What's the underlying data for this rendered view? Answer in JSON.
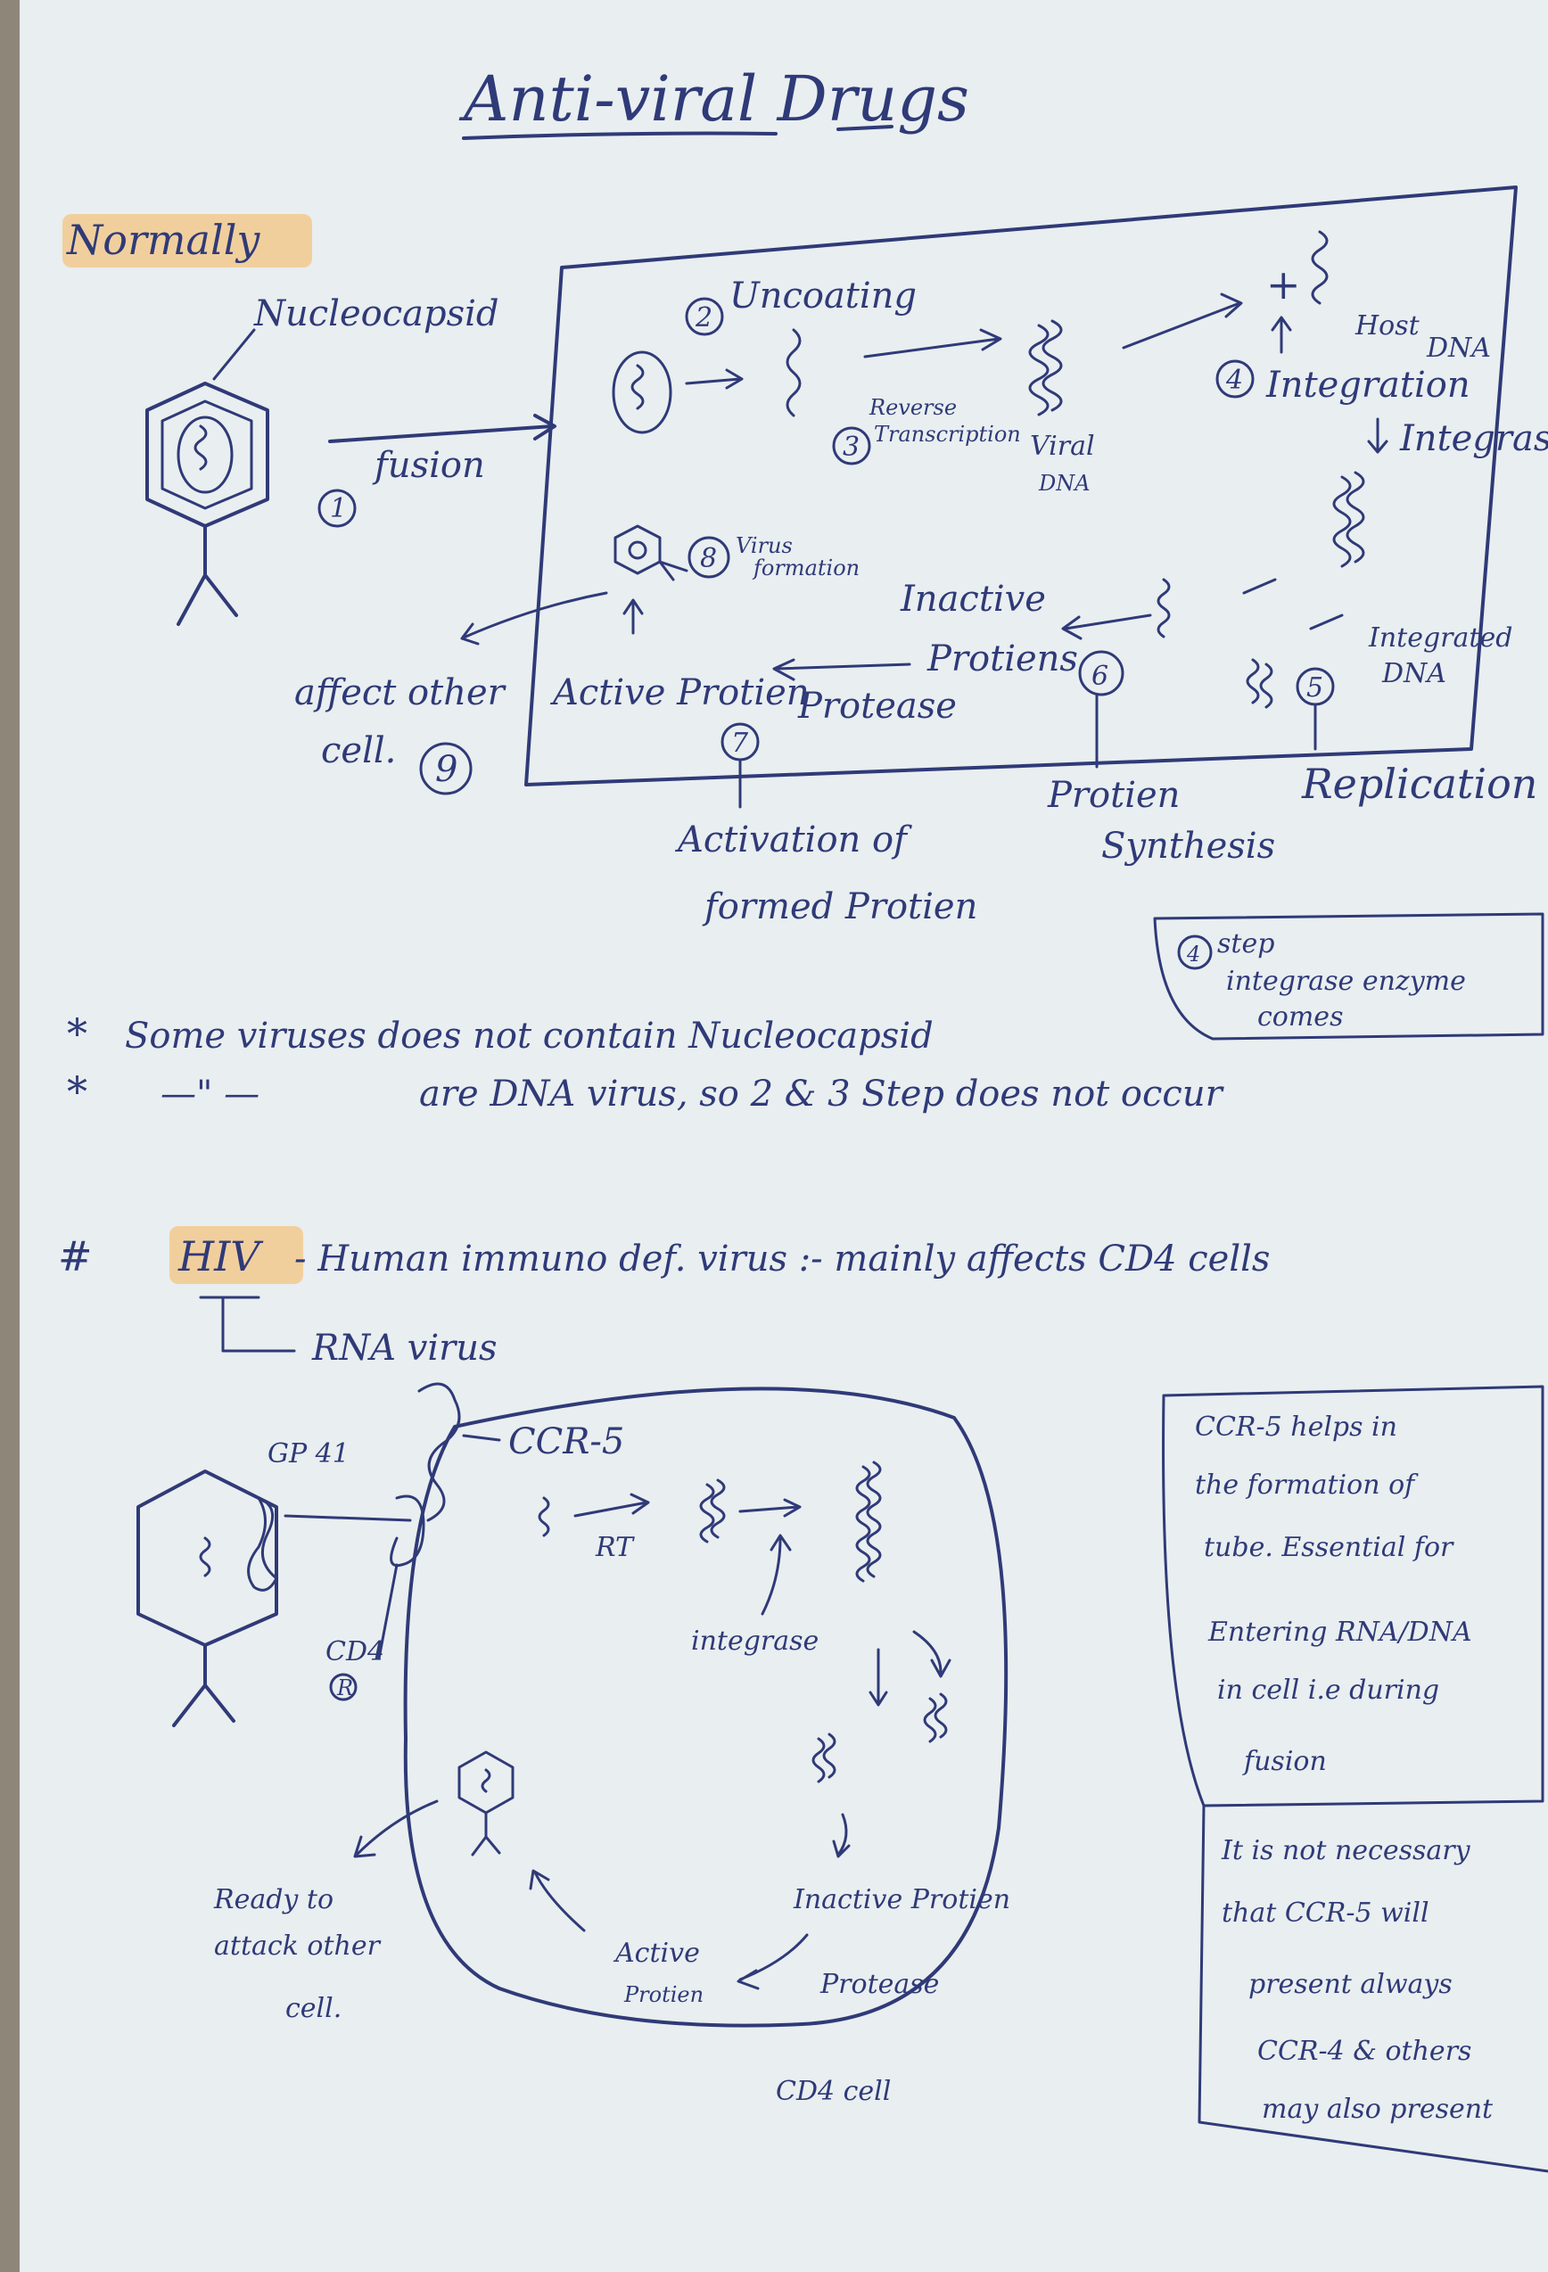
{
  "title": "Anti-viral Drugs",
  "normally": {
    "heading": "Normally",
    "nucleocapsid": "Nucleocapsid",
    "fusion": "fusion",
    "uncoating": "Uncoating",
    "reverse": "Reverse",
    "transcription": "Transcription",
    "viral": "Viral",
    "dna_label": "DNA",
    "host": "Host",
    "host_dna": "DNA",
    "integration": "Integration",
    "integrase": "Integrase",
    "integrated": "Integrated",
    "integrated_dna": "DNA",
    "replication": "Replication",
    "inactive": "Inactive",
    "proteins": "Protiens",
    "protease": "Protease",
    "active_protein": "Active Protien",
    "virus": "Virus",
    "formation": "formation",
    "affect_other": "affect other",
    "cell": "cell.",
    "protein_synthesis_1": "Protien",
    "protein_synthesis_2": "Synthesis",
    "activation_1": "Activation of",
    "activation_2": "formed Protien",
    "steps": [
      "1",
      "2",
      "3",
      "4",
      "5",
      "6",
      "7",
      "8",
      "9"
    ],
    "box_step": "step",
    "box_text_1": "integrase enzyme",
    "box_text_2": "comes",
    "box_step_num": "4"
  },
  "notes": {
    "line1": "Some viruses does not contain Nucleocapsid",
    "line2_ditto": "—\" —",
    "line2": "are DNA virus, so 2 & 3 Step does not occur"
  },
  "hiv": {
    "title": "HIV",
    "desc": "- Human immuno def. virus :- mainly affects CD4 cells",
    "sub": "RNA virus",
    "gp41": "GP 41",
    "ccr5": "CCR-5",
    "rt": "RT",
    "integrase": "integrase",
    "cd4": "CD4",
    "cd4_r": "R",
    "inactive_protein": "Inactive Protien",
    "protease": "Protease",
    "active_1": "Active",
    "active_2": "Protien",
    "ready_1": "Ready to",
    "ready_2": "attack other",
    "ready_3": "cell.",
    "cd4_cell": "CD4 cell",
    "box1": [
      "CCR-5 helps in",
      "the formation of",
      "tube. Essential for",
      "Entering RNA/DNA",
      "in cell i.e during",
      "fusion"
    ],
    "box2": [
      "It is not necessary",
      "that CCR-5 will",
      "present always",
      "CCR-4 & others",
      "may also present"
    ]
  }
}
